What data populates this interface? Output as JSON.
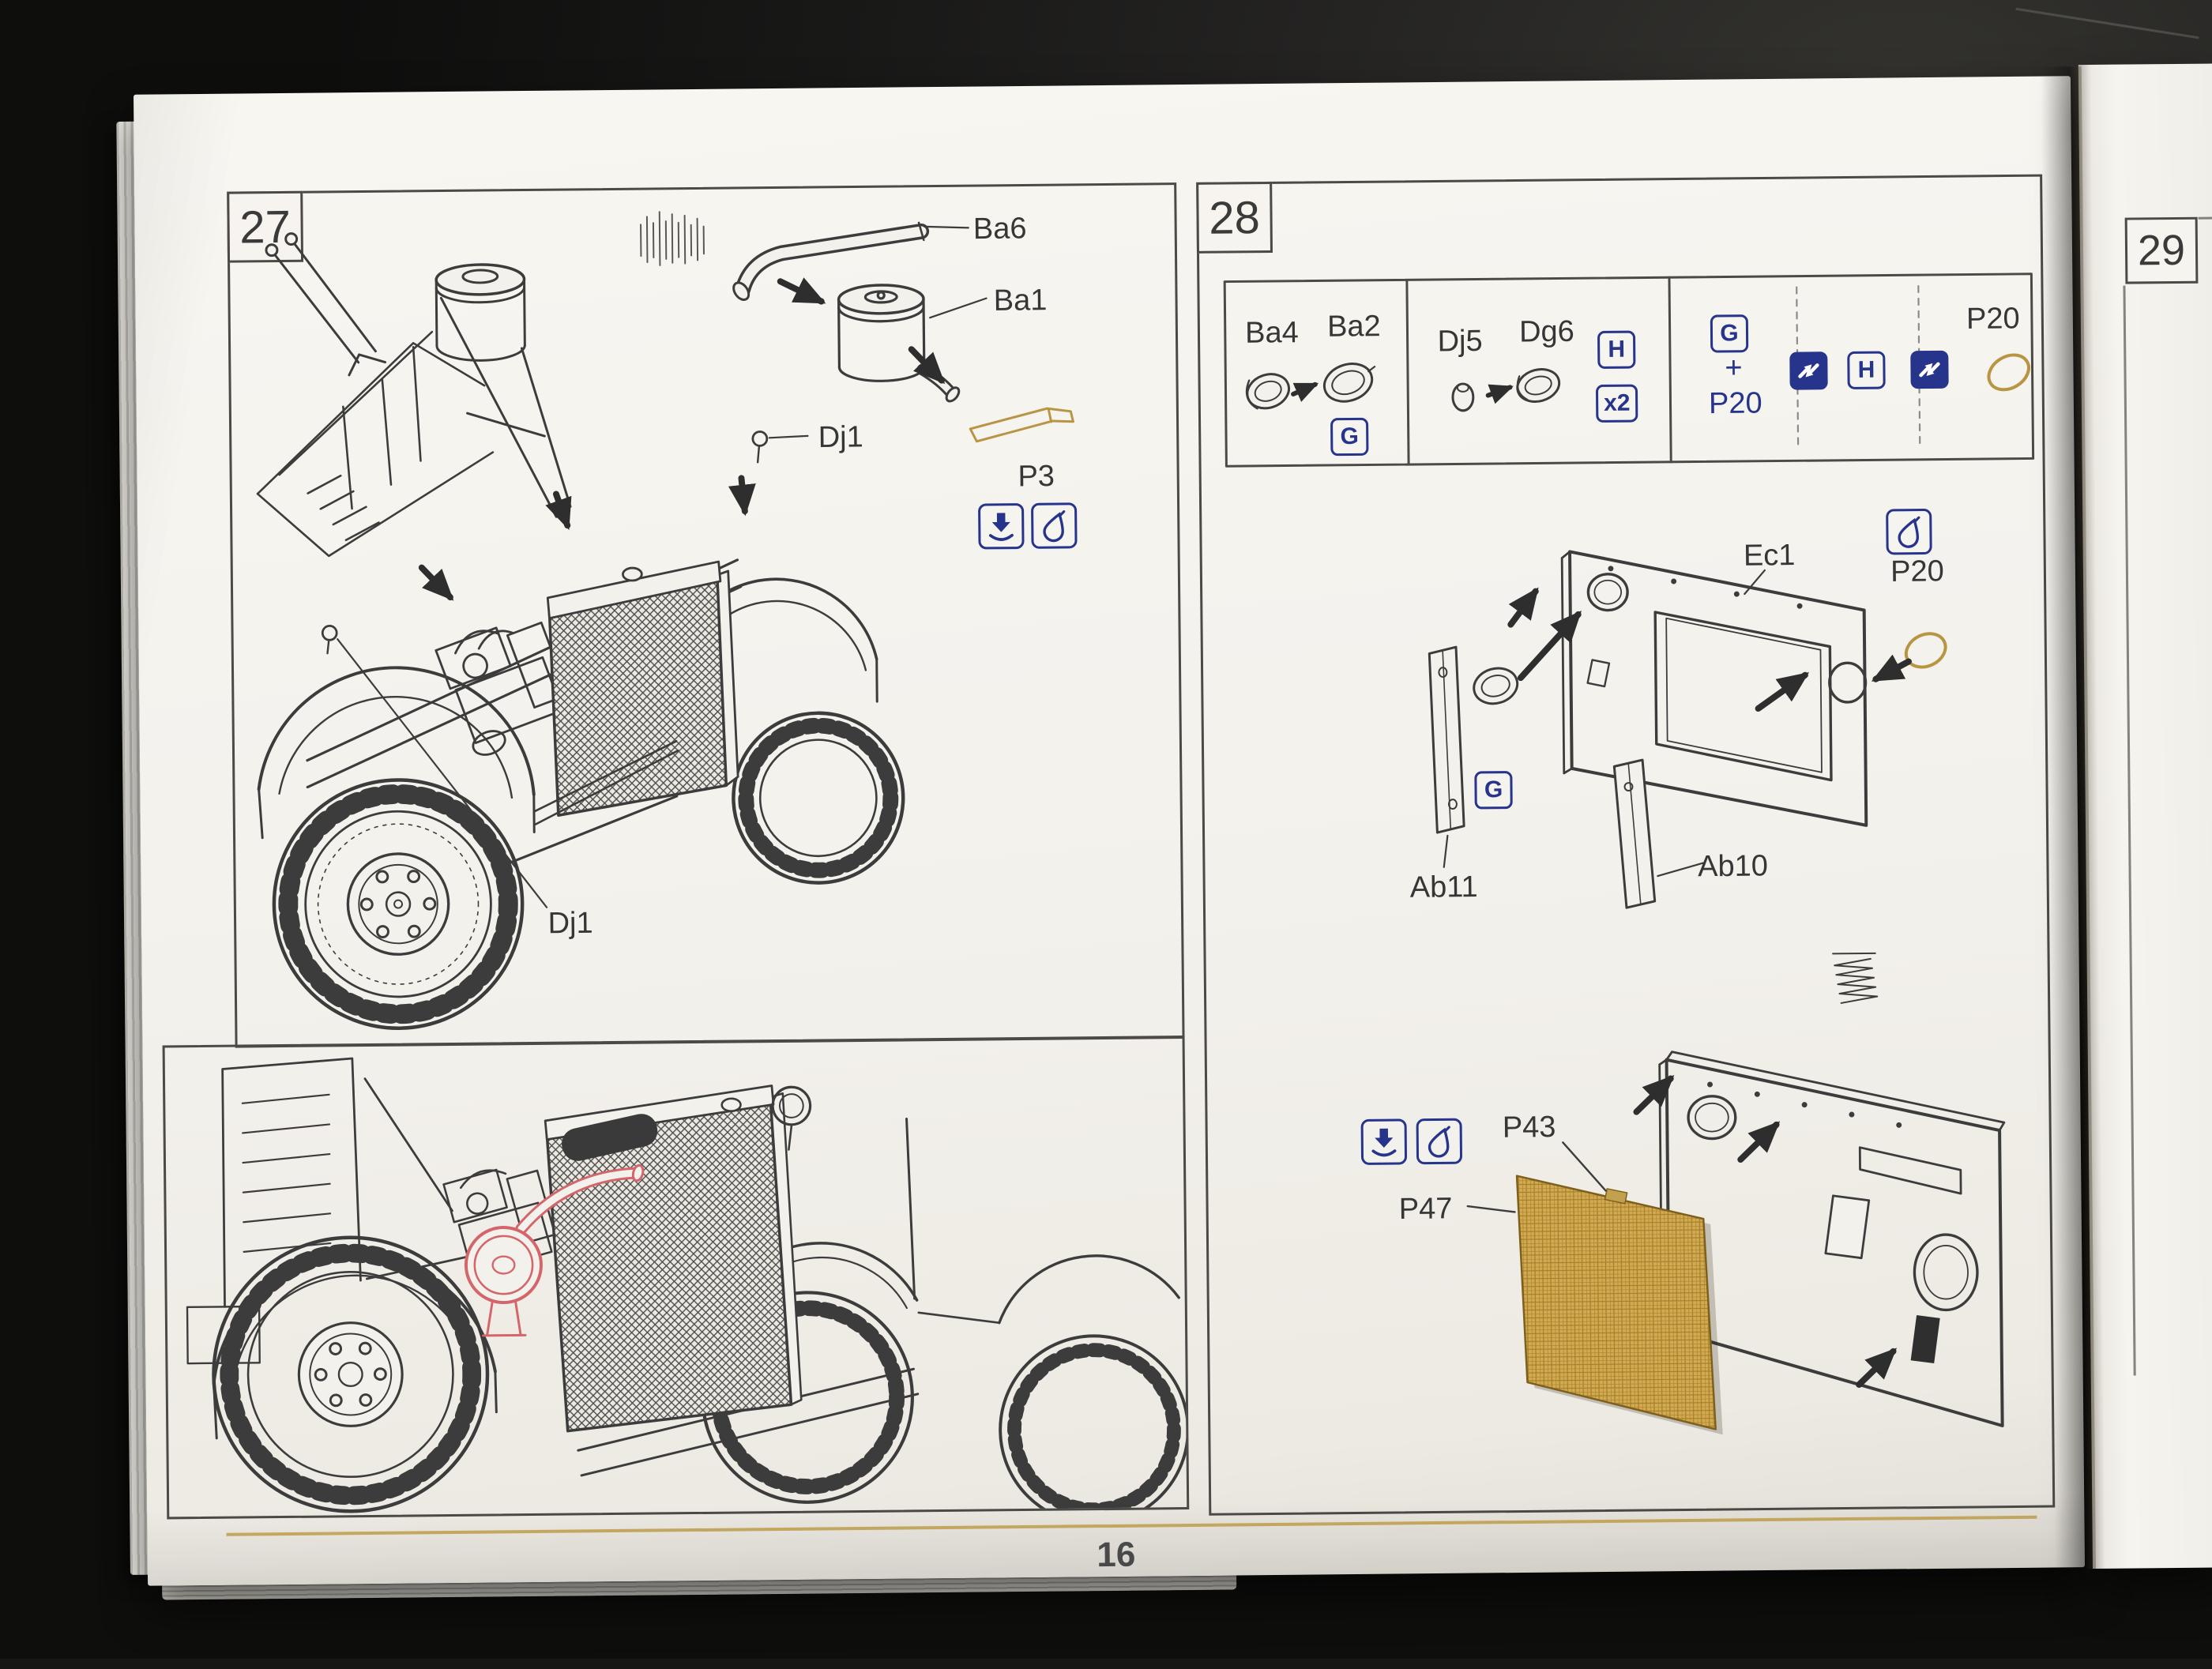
{
  "page": {
    "number": "16"
  },
  "colors": {
    "accent_blue": "#27348b",
    "pe_gold": "#c2a14e",
    "highlight_red": "#d4666b",
    "paper": "#f3f1ec",
    "ink": "#3c3c3c",
    "surface": "#161615"
  },
  "icons": {
    "insert": "press-direction-arrow",
    "glue": "glue-drop",
    "swap": "interchangeable-parts-arrows"
  },
  "step27": {
    "number": "27",
    "labels": {
      "ba6": "Ba6",
      "ba1": "Ba1",
      "dj1_upper": "Dj1",
      "p3": "P3",
      "dj1_lower": "Dj1"
    }
  },
  "step28": {
    "number": "28",
    "parts_box": {
      "group1": {
        "label_a": "Ba4",
        "label_b": "Ba2",
        "option": "G"
      },
      "group2": {
        "label_a": "Dj5",
        "label_b": "Dg6",
        "option": "H",
        "quantity": "x2"
      },
      "group3": {
        "option_g": "G",
        "plus": "+",
        "p20": "P20",
        "option_h": "H",
        "p20_right": "P20"
      }
    },
    "assembly": {
      "ec1": "Ec1",
      "p20": "P20",
      "option_g": "G",
      "ab11": "Ab11",
      "ab10": "Ab10"
    },
    "lower": {
      "p43": "P43",
      "p47": "P47"
    }
  },
  "step29": {
    "number": "29"
  }
}
